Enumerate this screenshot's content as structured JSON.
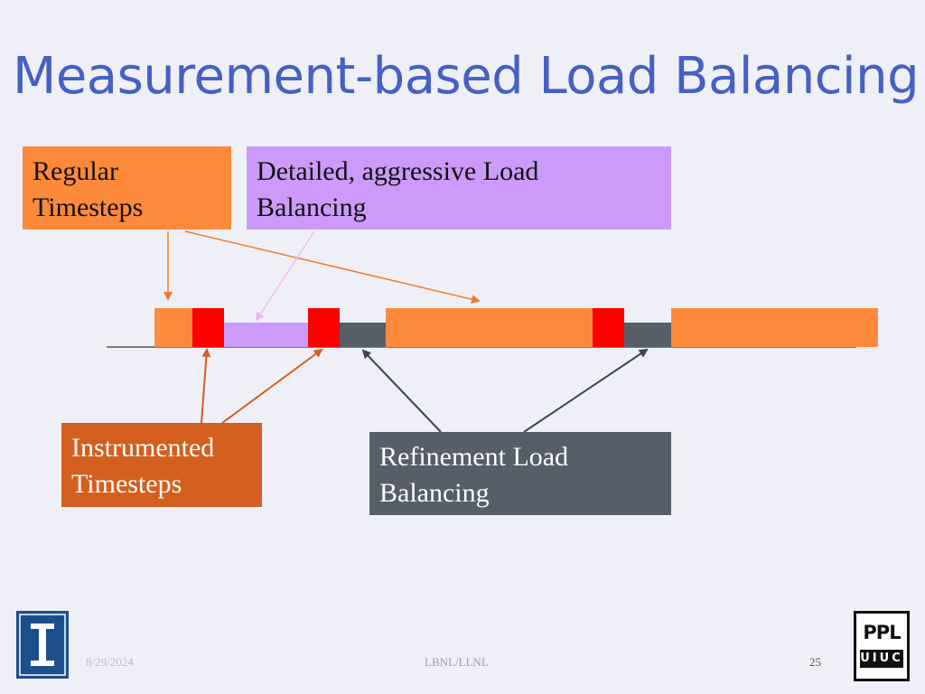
{
  "slide": {
    "title": "Measurement-based Load Balancing",
    "footer_date": "8/29/2024",
    "footer_center": "LBNL/LLNL",
    "page_number": "25"
  },
  "labels": {
    "regular_line1": "Regular",
    "regular_line2": "Timesteps",
    "detailed_line1": "Detailed, aggressive Load",
    "detailed_line2": "Balancing",
    "instrumented_line1": "Instrumented",
    "instrumented_line2": "Timesteps",
    "refinement_line1": "Refinement Load",
    "refinement_line2": "Balancing"
  },
  "logos": {
    "ppl_top": "PPL",
    "ppl_bottom": "UIUC"
  },
  "colors": {
    "regular": "#fd8a3a",
    "instrumented": "#d35f1f",
    "detailed": "#cb9afa",
    "refinement": "#565e6a",
    "marker": "#ff0000",
    "title": "#4660c3"
  }
}
